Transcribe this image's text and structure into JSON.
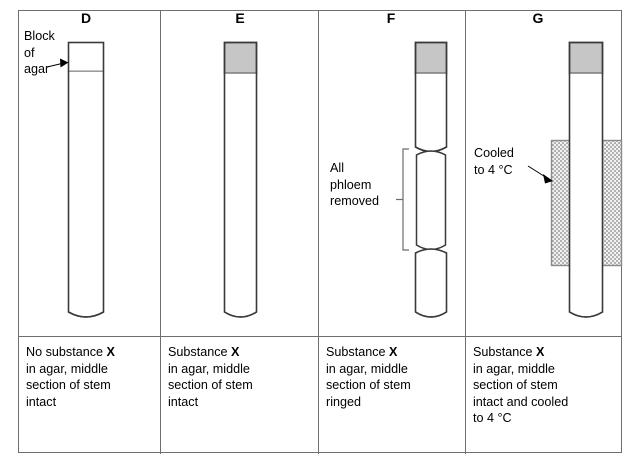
{
  "figure": {
    "title": "Phloem transport experiment panels D-G",
    "panels": [
      {
        "id": "D",
        "letter": "D",
        "agar_fill": "white",
        "agar_label": "Block\nof\nagar",
        "caption_parts": [
          "No substance ",
          "X",
          " in agar, middle section of stem intact"
        ],
        "caption_line1": "No substance ",
        "caption_bold": "X",
        "caption_rest": "in agar, middle",
        "caption_line3": "section of stem",
        "caption_line4": "intact"
      },
      {
        "id": "E",
        "letter": "E",
        "agar_fill": "grey",
        "caption_line1": "Substance ",
        "caption_bold": "X",
        "caption_rest": "in agar, middle",
        "caption_line3": "section of stem",
        "caption_line4": "intact"
      },
      {
        "id": "F",
        "letter": "F",
        "agar_fill": "grey",
        "annotation": "All\nphloem\nremoved",
        "annotation_line1": "All",
        "annotation_line2": "phloem",
        "annotation_line3": "removed",
        "caption_line1": "Substance ",
        "caption_bold": "X",
        "caption_rest": "in agar, middle",
        "caption_line3": "section of stem",
        "caption_line4": "ringed"
      },
      {
        "id": "G",
        "letter": "G",
        "agar_fill": "grey",
        "annotation_line1": "Cooled",
        "annotation_line2": "to 4 °C",
        "caption_line1": "Substance ",
        "caption_bold": "X",
        "caption_rest": "in agar, middle",
        "caption_line3": "section of stem",
        "caption_line4": "intact and cooled",
        "caption_line5": "to 4 °C"
      }
    ],
    "labels": {
      "block_of_agar_l1": "Block",
      "block_of_agar_l2": "of",
      "block_of_agar_l3": "agar",
      "all_phloem_l1": "All",
      "all_phloem_l2": "phloem",
      "all_phloem_l3": "removed",
      "cooled_l1": "Cooled",
      "cooled_l2": "to 4 °C"
    },
    "colors": {
      "border": "#6e6e6e",
      "stem_outline": "#3a3a3a",
      "agar_grey": "#c6c6c6",
      "agar_white": "#ffffff",
      "jacket_fill": "#f2f2f2",
      "jacket_border": "#8a8a8a",
      "text": "#000000"
    }
  }
}
